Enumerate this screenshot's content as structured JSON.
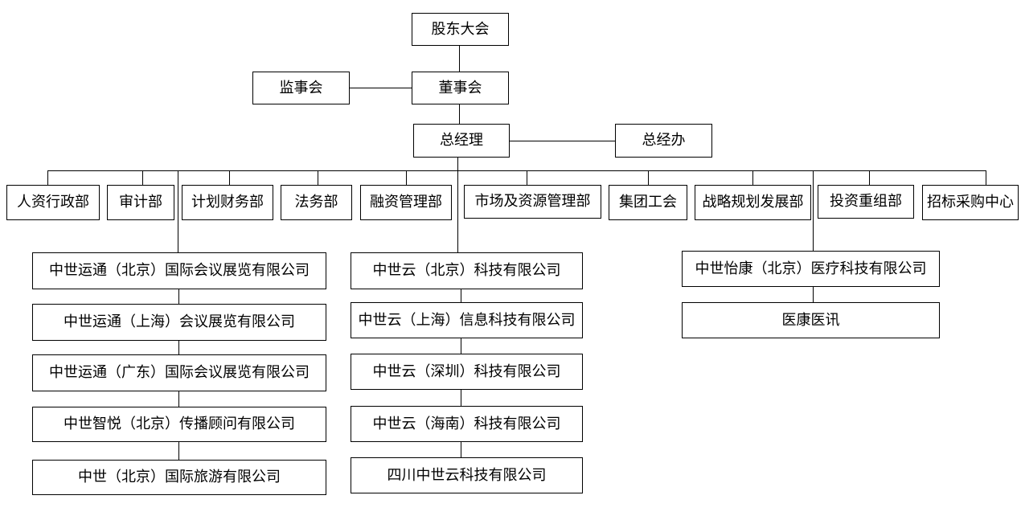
{
  "org_chart": {
    "top": {
      "shareholders": "股东大会",
      "board": "董事会",
      "supervisors": "监事会",
      "gm": "总经理",
      "gm_office": "总经办"
    },
    "departments": [
      "人资行政部",
      "审计部",
      "计划财务部",
      "法务部",
      "融资管理部",
      "市场及资源管理部",
      "集团工会",
      "战略规划发展部",
      "投资重组部",
      "招标采购中心"
    ],
    "subsidiaries_left": [
      "中世运通（北京）国际会议展览有限公司",
      "中世运通（上海）会议展览有限公司",
      "中世运通（广东）国际会议展览有限公司",
      "中世智悦（北京）传播顾问有限公司",
      "中世（北京）国际旅游有限公司"
    ],
    "subsidiaries_center": [
      "中世云（北京）科技有限公司",
      "中世云（上海）信息科技有限公司",
      "中世云（深圳）科技有限公司",
      "中世云（海南）科技有限公司",
      "四川中世云科技有限公司"
    ],
    "subsidiaries_right": [
      "中世怡康（北京）医疗科技有限公司",
      "医康医讯"
    ]
  },
  "colors": {
    "line": "#000000",
    "box_border": "#000000",
    "background": "#ffffff"
  }
}
